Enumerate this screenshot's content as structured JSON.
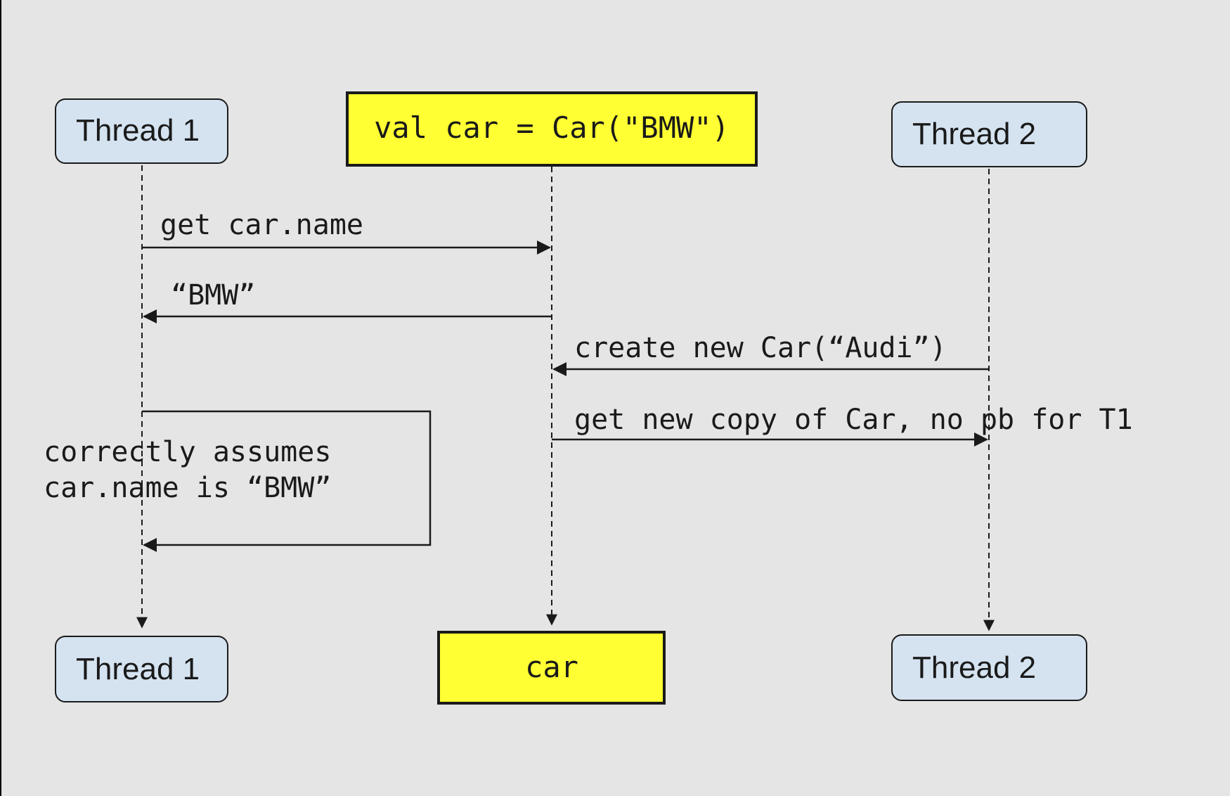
{
  "colors": {
    "background": "#e5e5e5",
    "frame": "#000000",
    "thread_box_fill": "#d5e3f1",
    "object_box_fill": "#ffff33",
    "line": "#1a1a1a"
  },
  "participants": {
    "thread1": {
      "label": "Thread 1"
    },
    "car_top": {
      "label": "val car = Car(\"BMW\")"
    },
    "car_bottom": {
      "label": "car"
    },
    "thread2": {
      "label": "Thread 2"
    }
  },
  "messages": [
    {
      "label": "get car.name",
      "from": "Thread 1",
      "to": "car"
    },
    {
      "label": "“BMW”",
      "from": "car",
      "to": "Thread 1"
    },
    {
      "label": "create new Car(“Audi”)",
      "from": "Thread 2",
      "to": "car"
    },
    {
      "label": "get new copy of Car, no pb for T1",
      "from": "car",
      "to": "Thread 2"
    }
  ],
  "self_note": {
    "line1": "correctly assumes",
    "line2": "car.name is “BMW”"
  }
}
